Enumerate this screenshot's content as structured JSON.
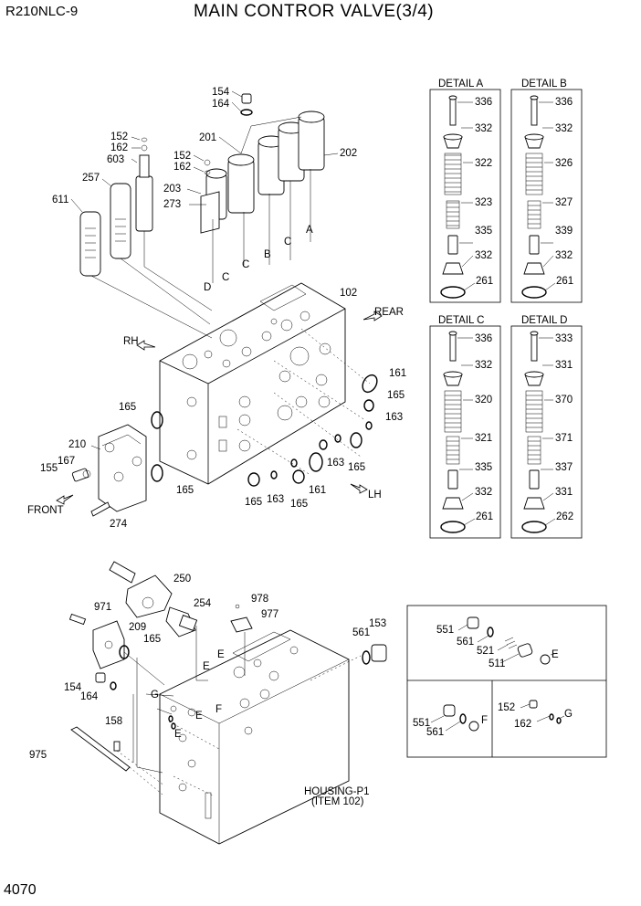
{
  "header": {
    "model": "R210NLC-9",
    "title": "MAIN CONTROR VALVE(3/4)"
  },
  "page_number": "4070",
  "details": [
    {
      "title": "DETAIL A",
      "labels": [
        "336",
        "332",
        "322",
        "323",
        "335",
        "332",
        "261"
      ]
    },
    {
      "title": "DETAIL B",
      "labels": [
        "336",
        "332",
        "326",
        "327",
        "339",
        "332",
        "261"
      ]
    },
    {
      "title": "DETAIL C",
      "labels": [
        "336",
        "332",
        "320",
        "321",
        "335",
        "332",
        "261"
      ]
    },
    {
      "title": "DETAIL D",
      "labels": [
        "333",
        "331",
        "370",
        "371",
        "337",
        "331",
        "262"
      ]
    }
  ],
  "main_labels": {
    "n154": "154",
    "n164": "164",
    "n201": "201",
    "n202": "202",
    "n152a": "152",
    "n162a": "162",
    "n603": "603",
    "n257": "257",
    "n611": "611",
    "n152b": "152",
    "n162b": "162",
    "n203": "203",
    "n273": "273",
    "lA": "A",
    "lB": "B",
    "lC1": "C",
    "lC2": "C",
    "lC3": "C",
    "lD": "D",
    "n102": "102",
    "rear": "REAR",
    "rh": "RH",
    "lh": "LH",
    "front": "FRONT",
    "n161a": "161",
    "n165a": "165",
    "n163a": "163",
    "n165b": "165",
    "n163b": "163",
    "n165c": "165",
    "n210": "210",
    "n167": "167",
    "n155": "155",
    "n165d": "165",
    "n165e": "165",
    "n163c": "163",
    "n161b": "161",
    "n165f": "165",
    "n274": "274"
  },
  "lower_labels": {
    "n250": "250",
    "n971": "971",
    "n254": "254",
    "n978": "978",
    "n977": "977",
    "n209": "209",
    "n165": "165",
    "n561": "561",
    "n153": "153",
    "E1": "E",
    "E2": "E",
    "E3": "E",
    "E4": "E",
    "G": "G",
    "F": "F",
    "n154": "154",
    "n164": "164",
    "n158": "158",
    "n975": "975",
    "housing": "HOUSING-P1",
    "item": "(ITEM 102)"
  },
  "sub_panels": {
    "e": {
      "labels": [
        "551",
        "561",
        "521",
        "511",
        "E"
      ]
    },
    "f": {
      "labels": [
        "551",
        "561",
        "F"
      ]
    },
    "g": {
      "labels": [
        "152",
        "162",
        "G"
      ]
    }
  }
}
